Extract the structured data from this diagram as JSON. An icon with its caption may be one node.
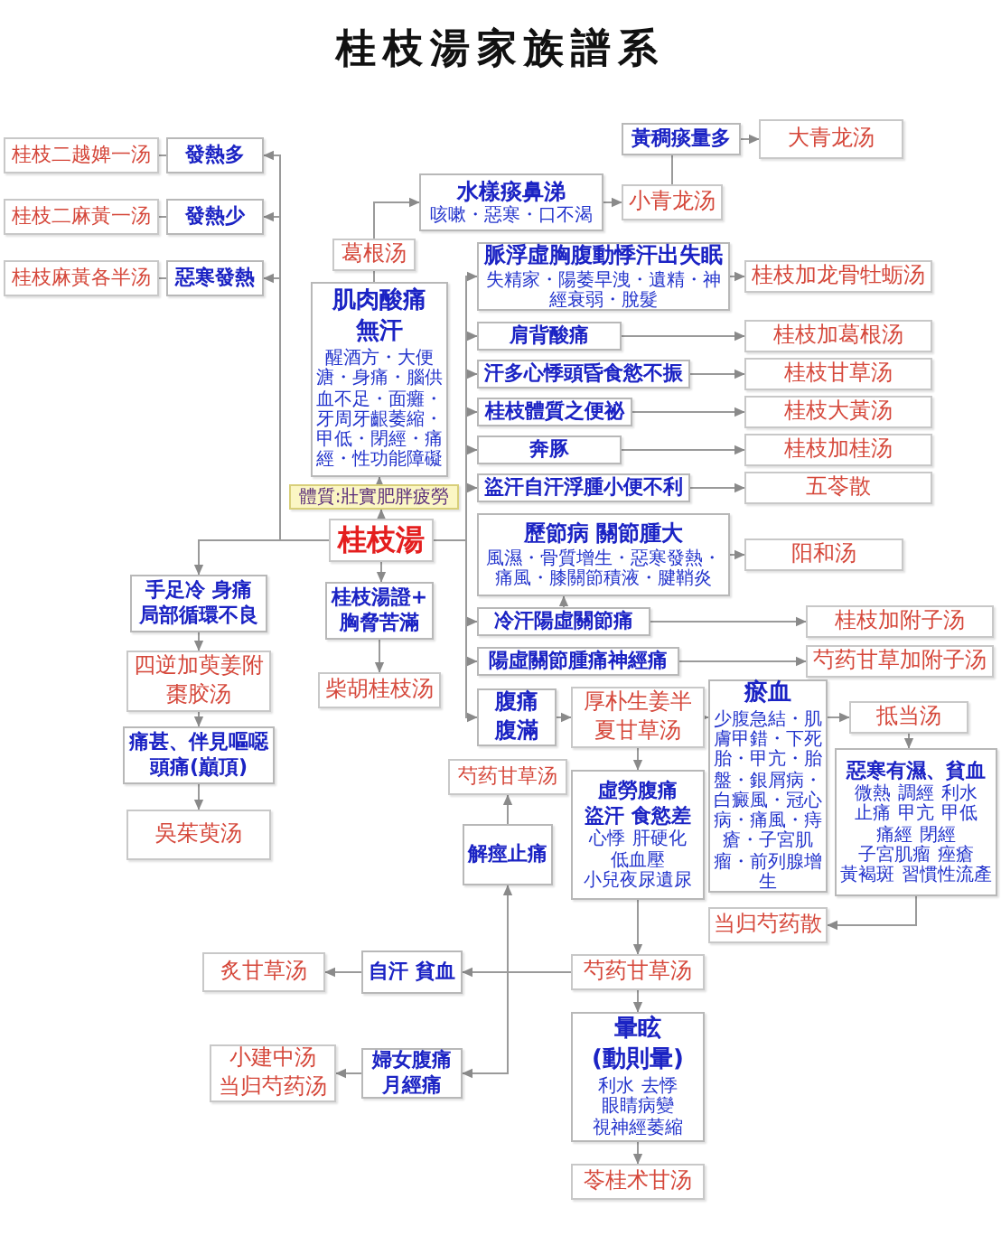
{
  "diagram": {
    "title": "桂枝湯家族譜系",
    "nodes": [
      {
        "text": [
          "桂枝二越婢一汤"
        ]
      },
      {
        "text": [
          "發熱多"
        ]
      },
      {
        "text": [
          "桂枝二麻黃一汤"
        ]
      },
      {
        "text": [
          "發熱少"
        ]
      },
      {
        "text": [
          "桂枝麻黃各半汤"
        ]
      },
      {
        "text": [
          "惡寒發熱"
        ]
      },
      {
        "text": [
          "黃稠痰量多"
        ]
      },
      {
        "text": [
          "大青龙汤"
        ]
      },
      {
        "text": [
          "水樣痰鼻涕",
          "咳嗽・惡寒・口不渴"
        ]
      },
      {
        "text": [
          "小青龙汤"
        ]
      },
      {
        "text": [
          "葛根汤"
        ]
      },
      {
        "text": [
          "肌肉酸痛",
          "無汗",
          "醒酒方・大便溏・身痛・腦供血不足・面癱・牙周牙齦萎縮・甲低・閉經・痛經・性功能障礙"
        ]
      },
      {
        "text": [
          "體質:壯實肥胖疲勞"
        ]
      },
      {
        "text": [
          "桂枝湯"
        ]
      },
      {
        "text": [
          "脈浮虛胸腹動悸汗出失眠",
          "失精家・陽萎早洩・遺精・神經衰弱・脫髮"
        ]
      },
      {
        "text": [
          "桂枝加龙骨牡蛎汤"
        ]
      },
      {
        "text": [
          "肩背酸痛"
        ]
      },
      {
        "text": [
          "桂枝加葛根汤"
        ]
      },
      {
        "text": [
          "汗多心悸頭昏食慾不振"
        ]
      },
      {
        "text": [
          "桂枝甘草汤"
        ]
      },
      {
        "text": [
          "桂枝體質之便祕"
        ]
      },
      {
        "text": [
          "桂枝大黃汤"
        ]
      },
      {
        "text": [
          "奔豚"
        ]
      },
      {
        "text": [
          "桂枝加桂汤"
        ]
      },
      {
        "text": [
          "盜汗自汗浮腫小便不利"
        ]
      },
      {
        "text": [
          "五苓散"
        ]
      },
      {
        "text": [
          "歷節病 關節腫大",
          "風濕・骨質增生・惡寒發熱・痛風・膝關節積液・腱鞘炎"
        ]
      },
      {
        "text": [
          "阳和汤"
        ]
      },
      {
        "text": [
          "冷汗陽虛關節痛"
        ]
      },
      {
        "text": [
          "桂枝加附子汤"
        ]
      },
      {
        "text": [
          "陽虛關節腫痛神經痛"
        ]
      },
      {
        "text": [
          "芍药甘草加附子汤"
        ]
      },
      {
        "text": [
          "手足冷 身痛",
          "局部循環不良"
        ]
      },
      {
        "text": [
          "桂枝湯證+",
          "胸脅苦滿"
        ]
      },
      {
        "text": [
          "四逆加萸姜附棗胶汤"
        ]
      },
      {
        "text": [
          "柴胡桂枝汤"
        ]
      },
      {
        "text": [
          "痛甚、伴見嘔噁",
          "頭痛(巔頂)"
        ]
      },
      {
        "text": [
          "吳茱萸汤"
        ]
      },
      {
        "text": [
          "腹痛",
          "腹滿"
        ]
      },
      {
        "text": [
          "厚朴生姜半夏甘草汤"
        ]
      },
      {
        "text": [
          "瘀血",
          "少腹急結・肌膚甲錯・下死胎・甲亢・胎盤・銀屑病・白癜風・冠心病・痛風・痔瘡・子宮肌瘤・前列腺增生"
        ]
      },
      {
        "text": [
          "抵当汤"
        ]
      },
      {
        "text": [
          "惡寒有濕、貧血",
          "微熱",
          "調經",
          "利水",
          "止痛",
          "甲亢",
          "甲低",
          "痛經",
          "閉經",
          "子宮肌瘤",
          "痤瘡",
          "黃褐斑",
          "習慣性流產"
        ]
      },
      {
        "text": [
          "当归芍药散"
        ]
      },
      {
        "text": [
          "芍药甘草汤"
        ]
      },
      {
        "text": [
          "解痙止痛"
        ]
      },
      {
        "text": [
          "虛勞腹痛",
          "盜汗 食慾差",
          "心悸",
          "肝硬化",
          "低血壓",
          "小兒夜尿遺尿"
        ]
      },
      {
        "text": [
          "芍药甘草汤"
        ]
      },
      {
        "text": [
          "炙甘草汤"
        ]
      },
      {
        "text": [
          "自汗 貧血"
        ]
      },
      {
        "text": [
          "小建中汤",
          "当归芍药汤"
        ]
      },
      {
        "text": [
          "婦女腹痛",
          "月經痛"
        ]
      },
      {
        "text": [
          "暈眩",
          "(動則暈)",
          "利水",
          "去悸",
          "眼睛病變",
          "視神經萎縮"
        ]
      },
      {
        "text": [
          "苓桂术甘汤"
        ]
      }
    ],
    "edges": [
      {
        "from": 13,
        "to": 1,
        "arrow": "to"
      },
      {
        "from": 13,
        "to": 3,
        "arrow": "to"
      },
      {
        "from": 13,
        "to": 5,
        "arrow": "to"
      },
      {
        "from": 1,
        "to": 0,
        "arrow": "none"
      },
      {
        "from": 3,
        "to": 2,
        "arrow": "none"
      },
      {
        "from": 5,
        "to": 4,
        "arrow": "none"
      },
      {
        "from": 13,
        "to": 12,
        "arrow": "to"
      },
      {
        "from": 12,
        "to": 11,
        "arrow": "to"
      },
      {
        "from": 11,
        "to": 10,
        "arrow": "none"
      },
      {
        "from": 10,
        "to": 8,
        "arrow": "to"
      },
      {
        "from": 8,
        "to": 9,
        "arrow": "to"
      },
      {
        "from": 9,
        "to": 6,
        "arrow": "none"
      },
      {
        "from": 6,
        "to": 7,
        "arrow": "to"
      },
      {
        "from": 13,
        "to": 14,
        "arrow": "to"
      },
      {
        "from": 13,
        "to": 16,
        "arrow": "to"
      },
      {
        "from": 13,
        "to": 18,
        "arrow": "to"
      },
      {
        "from": 13,
        "to": 20,
        "arrow": "to"
      },
      {
        "from": 13,
        "to": 22,
        "arrow": "to"
      },
      {
        "from": 13,
        "to": 24,
        "arrow": "to"
      },
      {
        "from": 13,
        "to": 28,
        "arrow": "to"
      },
      {
        "from": 13,
        "to": 30,
        "arrow": "to"
      },
      {
        "from": 13,
        "to": 38,
        "arrow": "to"
      },
      {
        "from": 28,
        "to": 26,
        "arrow": "to"
      },
      {
        "from": 14,
        "to": 15,
        "arrow": "to"
      },
      {
        "from": 16,
        "to": 17,
        "arrow": "to"
      },
      {
        "from": 18,
        "to": 19,
        "arrow": "to"
      },
      {
        "from": 20,
        "to": 21,
        "arrow": "to"
      },
      {
        "from": 22,
        "to": 23,
        "arrow": "to"
      },
      {
        "from": 24,
        "to": 25,
        "arrow": "to"
      },
      {
        "from": 26,
        "to": 27,
        "arrow": "to"
      },
      {
        "from": 28,
        "to": 29,
        "arrow": "to"
      },
      {
        "from": 30,
        "to": 31,
        "arrow": "to"
      },
      {
        "from": 13,
        "to": 33,
        "arrow": "to"
      },
      {
        "from": 33,
        "to": 35,
        "arrow": "to"
      },
      {
        "from": 13,
        "to": 32,
        "arrow": "to"
      },
      {
        "from": 32,
        "to": 34,
        "arrow": "to"
      },
      {
        "from": 34,
        "to": 36,
        "arrow": "to"
      },
      {
        "from": 36,
        "to": 37,
        "arrow": "to"
      },
      {
        "from": 38,
        "to": 39,
        "arrow": "to"
      },
      {
        "from": 39,
        "to": 40,
        "arrow": "to"
      },
      {
        "from": 40,
        "to": 41,
        "arrow": "to"
      },
      {
        "from": 41,
        "to": 42,
        "arrow": "to"
      },
      {
        "from": 42,
        "to": 43,
        "arrow": "to"
      },
      {
        "from": 39,
        "to": 46,
        "arrow": "to"
      },
      {
        "from": 46,
        "to": 47,
        "arrow": "to"
      },
      {
        "from": 47,
        "to": 52,
        "arrow": "to"
      },
      {
        "from": 52,
        "to": 53,
        "arrow": "to"
      },
      {
        "from": 47,
        "to": 45,
        "arrow": "to"
      },
      {
        "from": 45,
        "to": 44,
        "arrow": "to"
      },
      {
        "from": 47,
        "to": 49,
        "arrow": "to"
      },
      {
        "from": 47,
        "to": 51,
        "arrow": "to"
      },
      {
        "from": 49,
        "to": 48,
        "arrow": "to"
      },
      {
        "from": 51,
        "to": 50,
        "arrow": "to"
      }
    ]
  }
}
